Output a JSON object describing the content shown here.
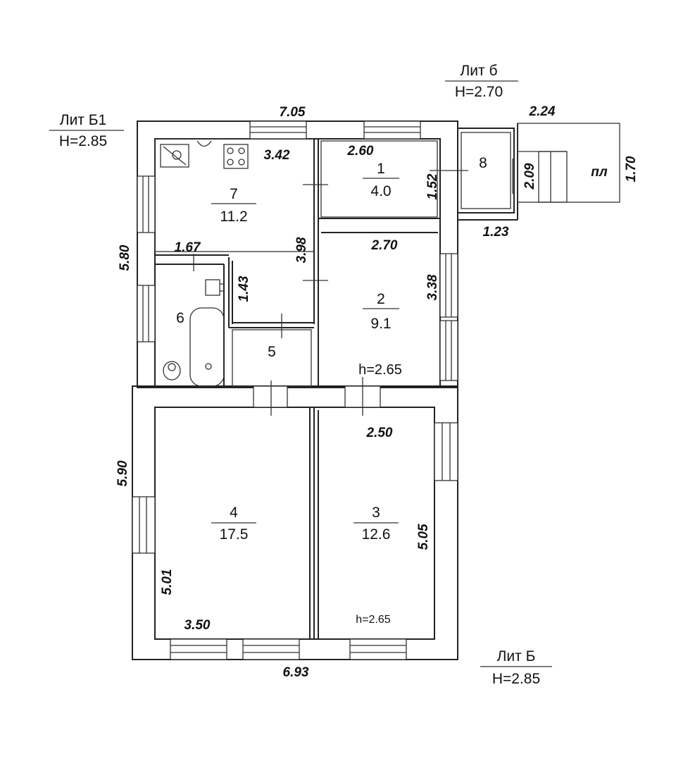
{
  "lit_labels": {
    "b1": {
      "name": "Лит Б1",
      "height": "H=2.85"
    },
    "b_small": {
      "name": "Лит б",
      "height": "H=2.70"
    },
    "b": {
      "name": "Лит Б",
      "height": "H=2.85"
    }
  },
  "rooms": [
    {
      "id": "7",
      "area": "11.2"
    },
    {
      "id": "1",
      "area": "4.0"
    },
    {
      "id": "8"
    },
    {
      "id": "2",
      "area": "9.1",
      "height": "h=2.65"
    },
    {
      "id": "6"
    },
    {
      "id": "5"
    },
    {
      "id": "4",
      "area": "17.5"
    },
    {
      "id": "3",
      "area": "12.6",
      "height": "h=2.65"
    }
  ],
  "dimensions": {
    "top_total": "7.05",
    "porch_top": "2.24",
    "porch_side": "1.70",
    "porch_label": "пл",
    "kitchen_width": "3.42",
    "room1_width": "2.60",
    "room1_height": "1.52",
    "room8_height": "2.09",
    "room8_width": "1.23",
    "left_upper": "5.80",
    "bath_width": "1.67",
    "bath_depth": "1.43",
    "kitchen_height": "3.98",
    "room2_width": "2.70",
    "room2_height": "3.38",
    "room3_width": "2.50",
    "left_lower": "5.90",
    "room4_height": "5.01",
    "room3_height": "5.05",
    "room4_width": "3.50",
    "bottom_total": "6.93"
  }
}
